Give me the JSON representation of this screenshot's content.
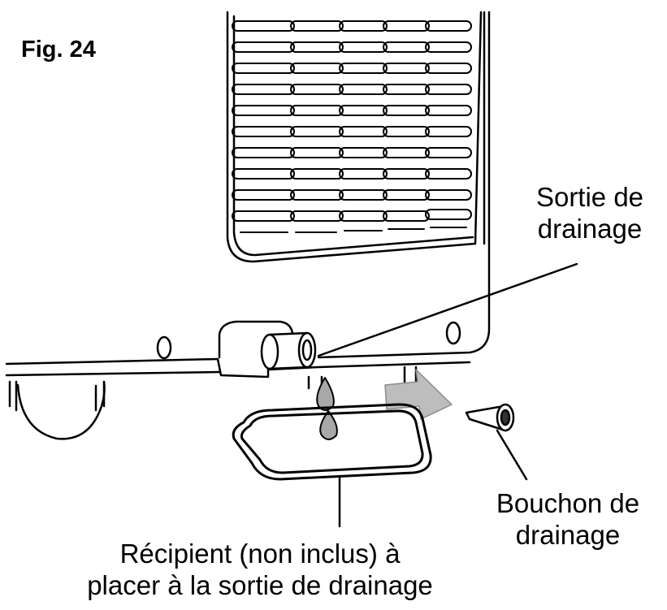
{
  "figure": {
    "label": "Fig. 24"
  },
  "labels": {
    "drain_outlet": {
      "line1": "Sortie de",
      "line2": "drainage"
    },
    "drain_plug": {
      "line1": "Bouchon de",
      "line2": "drainage"
    },
    "container": {
      "line1": "Récipient (non inclus) à",
      "line2": "placer à la sortie de drainage"
    }
  },
  "colors": {
    "line": "#000000",
    "arrow": "#bdbdbd",
    "water": "#a8a8a8",
    "background": "#ffffff"
  }
}
